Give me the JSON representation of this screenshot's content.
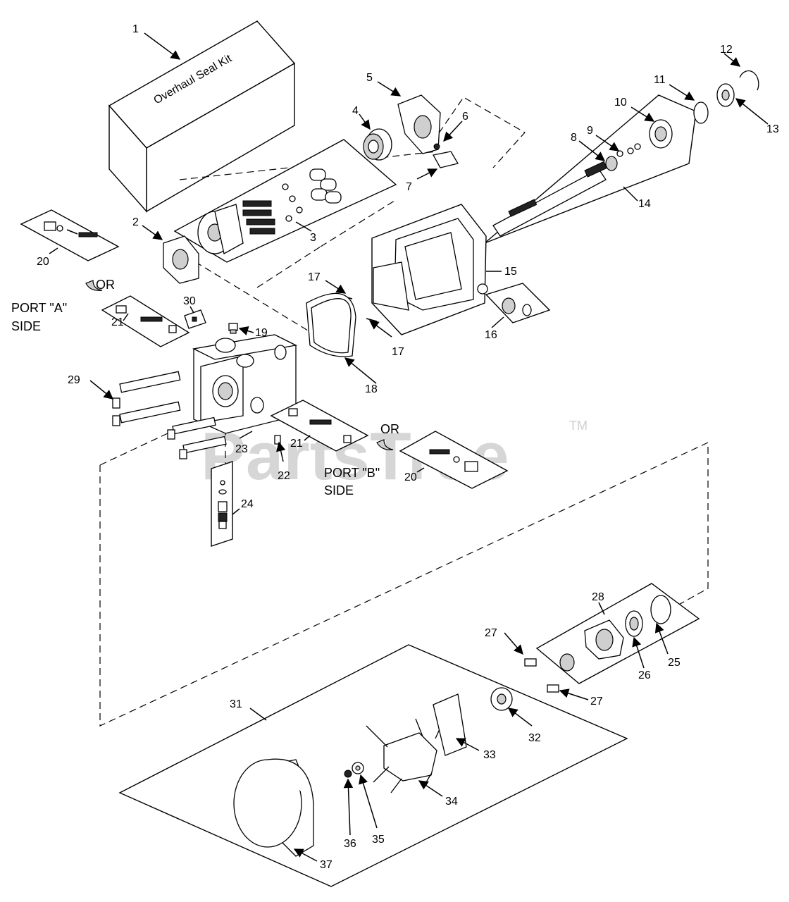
{
  "watermark": {
    "brand": "PartsTree",
    "trademark": "TM"
  },
  "kit_box_label": "Overhaul Seal Kit",
  "port_labels": {
    "a_line1": "PORT \"A\"",
    "a_line2": "SIDE",
    "b_line1": "PORT \"B\"",
    "b_line2": "SIDE",
    "or_a": "OR",
    "or_b": "OR"
  },
  "callouts": {
    "c1": "1",
    "c2": "2",
    "c3": "3",
    "c4": "4",
    "c5": "5",
    "c6": "6",
    "c7": "7",
    "c8": "8",
    "c9": "9",
    "c10": "10",
    "c11": "11",
    "c12": "12",
    "c13": "13",
    "c14": "14",
    "c15": "15",
    "c16": "16",
    "c17a": "17",
    "c17b": "17",
    "c18": "18",
    "c19": "19",
    "c20a": "20",
    "c20b": "20",
    "c21a": "21",
    "c21b": "21",
    "c22": "22",
    "c23": "23",
    "c24": "24",
    "c25": "25",
    "c26": "26",
    "c27a": "27",
    "c27b": "27",
    "c28": "28",
    "c29": "29",
    "c30": "30",
    "c31": "31",
    "c32": "32",
    "c33": "33",
    "c34": "34",
    "c35": "35",
    "c36": "36",
    "c37": "37"
  }
}
